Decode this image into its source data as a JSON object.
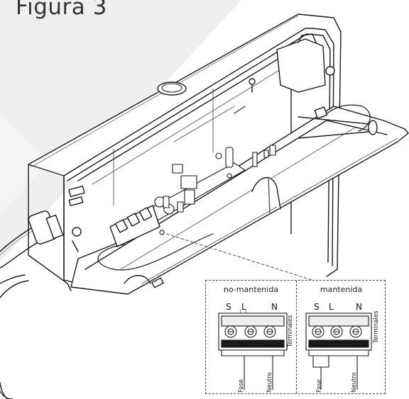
{
  "figure": {
    "title": "Figura 3"
  },
  "callout": {
    "left_panel": {
      "label": "no-mantenida",
      "pins": [
        "S",
        "L",
        "N"
      ],
      "side_label": "Terminales",
      "wire_labels": [
        "Fase",
        "Neutro"
      ]
    },
    "right_panel": {
      "label": "mantenida",
      "pins": [
        "S",
        "L",
        "N"
      ],
      "side_label": "Terminales",
      "wire_labels": [
        "Fase",
        "Neutro"
      ]
    }
  },
  "colors": {
    "background_band": "#eeeeee",
    "line": "#1a1a1a",
    "dash": "#444444"
  }
}
